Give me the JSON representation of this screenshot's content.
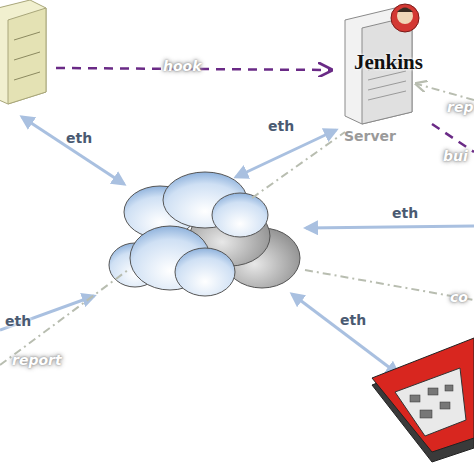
{
  "diagram": {
    "nodes": [
      {
        "text": [
          "Jenkins",
          "Server"
        ]
      }
    ],
    "labels": [
      "hook",
      "rep",
      "eth",
      "eth",
      "bui",
      "eth",
      "co",
      "eth",
      "report",
      "eth"
    ]
  }
}
